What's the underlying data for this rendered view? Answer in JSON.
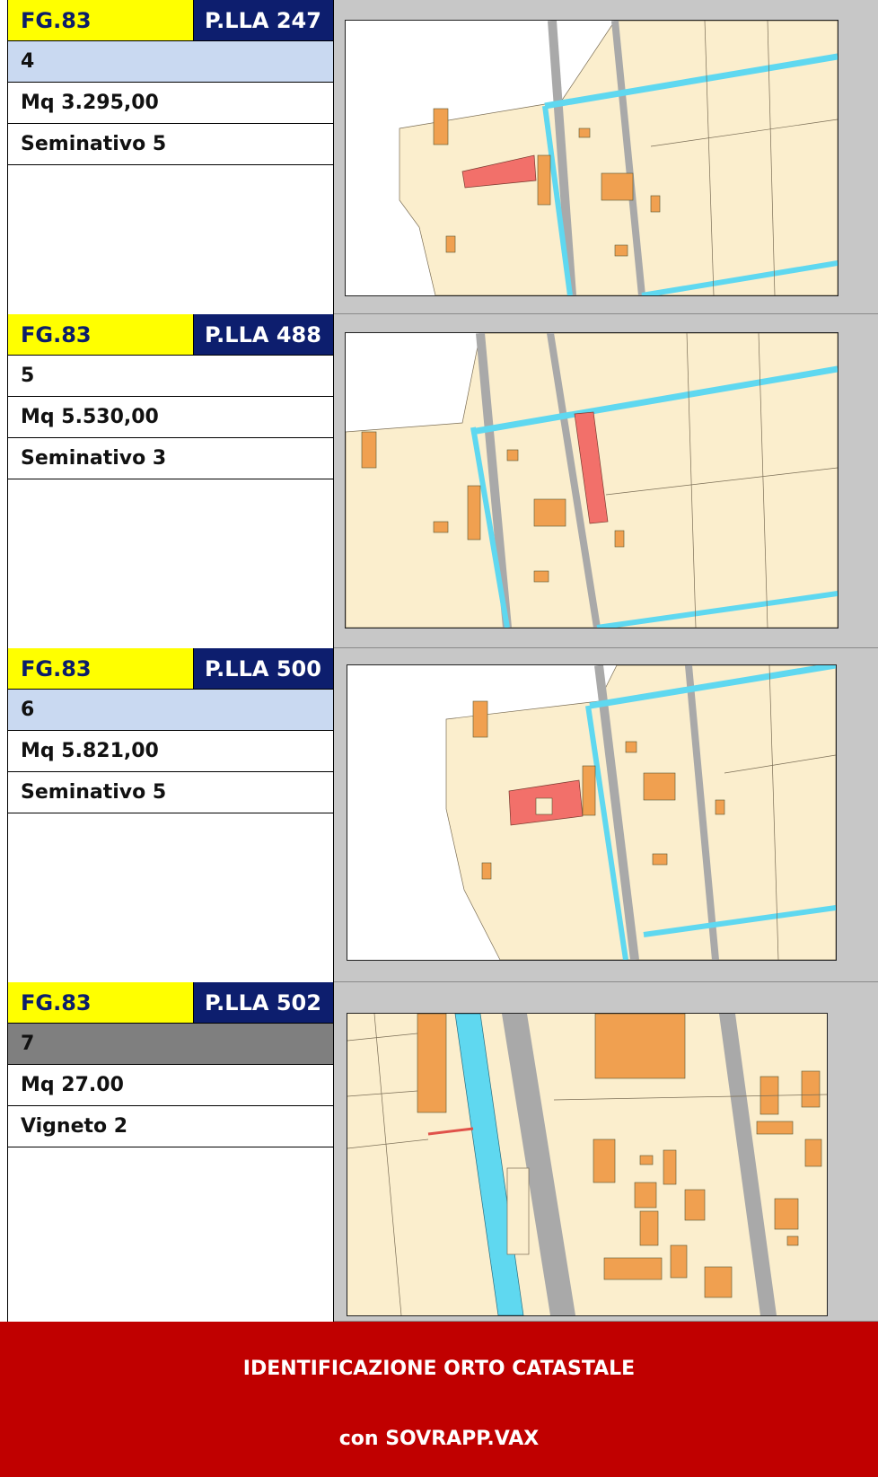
{
  "parcels": [
    {
      "foglio": "FG.83",
      "particella": "P.LLA 247",
      "index": "4",
      "area": "Mq 3.295,00",
      "qualita": "Seminativo 5"
    },
    {
      "foglio": "FG.83",
      "particella": "P.LLA 488",
      "index": "5",
      "area": "Mq 5.530,00",
      "qualita": "Seminativo 3"
    },
    {
      "foglio": "FG.83",
      "particella": "P.LLA 500",
      "index": "6",
      "area": "Mq 5.821,00",
      "qualita": "Seminativo 5"
    },
    {
      "foglio": "FG.83",
      "particella": "P.LLA 502",
      "index": "7",
      "area": "Mq 27.00",
      "qualita": "Vigneto 2"
    }
  ],
  "footer": {
    "title": "IDENTIFICAZIONE ORTO CATASTALE",
    "subtitle": "con SOVRAPP.VAX"
  },
  "colors": {
    "foglio_bg": "#ffff00",
    "particella_bg": "#0d1e6e",
    "index_bg": "#c9d9f1",
    "index_bg_dark": "#7f7f7f",
    "footer_bg": "#c00000",
    "land": "#fbeecd",
    "building": "#f0a050",
    "highlight_parcel": "#f2706a",
    "canal": "#5fd8f0",
    "road": "#a9a9a9"
  }
}
